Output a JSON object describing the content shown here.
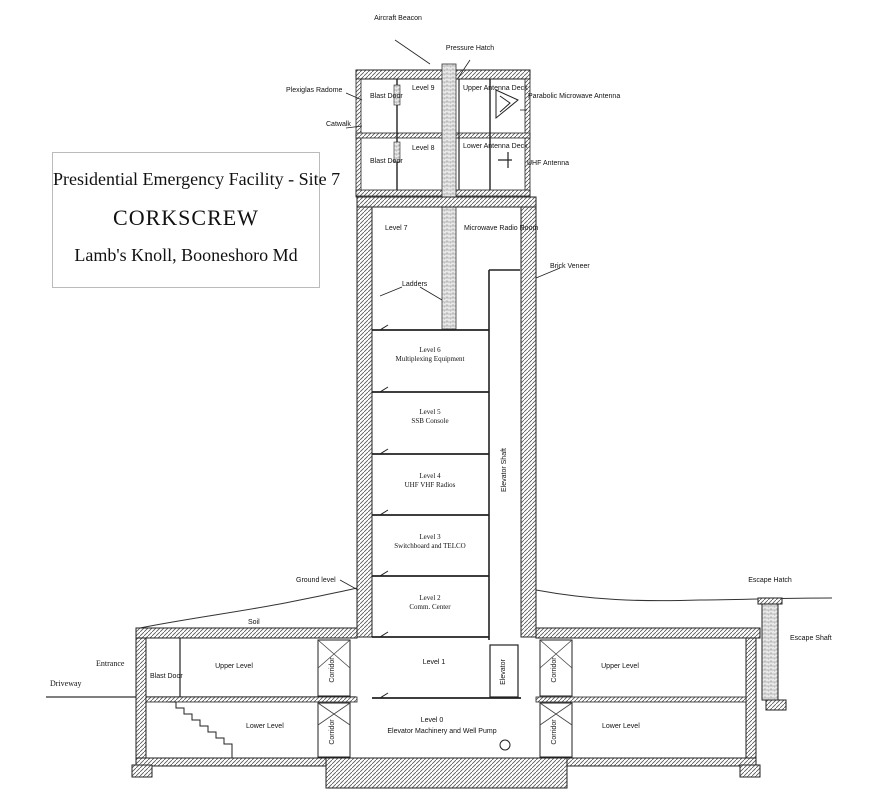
{
  "title_block": {
    "line1": "Presidential Emergency Facility - Site 7",
    "line2": "CORKSCREW",
    "line3": "Lamb's Knoll, Booneshoro Md"
  },
  "labels": {
    "aircraft_beacon": "Aircraft Beacon",
    "pressure_hatch": "Pressure Hatch",
    "plexiglas_radome": "Plexiglas Radome",
    "catwalk": "Catwalk",
    "blast_door": "Blast Door",
    "level_9": "Level 9",
    "level_8": "Level 8",
    "upper_antenna_deck": "Upper Antenna Deck",
    "lower_antenna_deck": "Lower Antenna Deck",
    "parabolic_microwave_antenna": "Parabolic Microwave Antenna",
    "uhf_antenna": "UHF Antenna",
    "level_7": "Level 7",
    "microwave_radio_room": "Microwave Radio Room",
    "brick_veneer": "Brick Veneer",
    "ladders": "Ladders",
    "elevator_shaft": "Elevator Shaft",
    "level_6": "Level 6",
    "level_6_desc": "Multiplexing Equipment",
    "level_5": "Level 5",
    "level_5_desc": "SSB Console",
    "level_4": "Level 4",
    "level_4_desc": "UHF VHF Radios",
    "level_3": "Level 3",
    "level_3_desc": "Switchboard and TELCO",
    "level_2": "Level 2",
    "level_2_desc": "Comm. Center",
    "level_1": "Level 1",
    "level_0": "Level 0",
    "level_0_desc": "Elevator Machinery and Well Pump",
    "elevator": "Elevator",
    "ground_level": "Ground level",
    "soil": "Soil",
    "entrance": "Entrance",
    "driveway": "Driveway",
    "upper_level": "Upper Level",
    "lower_level": "Lower Level",
    "corridor": "Corridor",
    "escape_hatch": "Escape Hatch",
    "escape_shaft": "Escape Shaft"
  }
}
